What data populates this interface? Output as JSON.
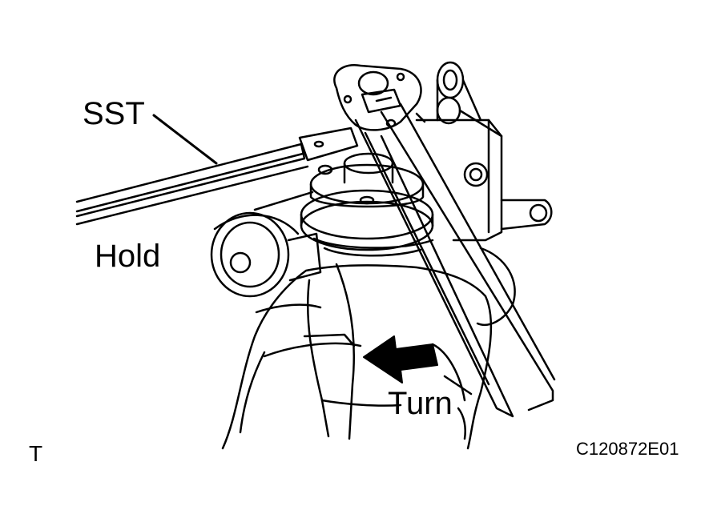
{
  "labels": {
    "sst": "SST",
    "hold": "Hold",
    "turn": "Turn",
    "corner_mark": "T",
    "figure_code": "C120872E01"
  },
  "colors": {
    "ink": "#000000",
    "paper": "#ffffff"
  },
  "icons": {
    "direction_arrow": "arrow-left-icon"
  }
}
